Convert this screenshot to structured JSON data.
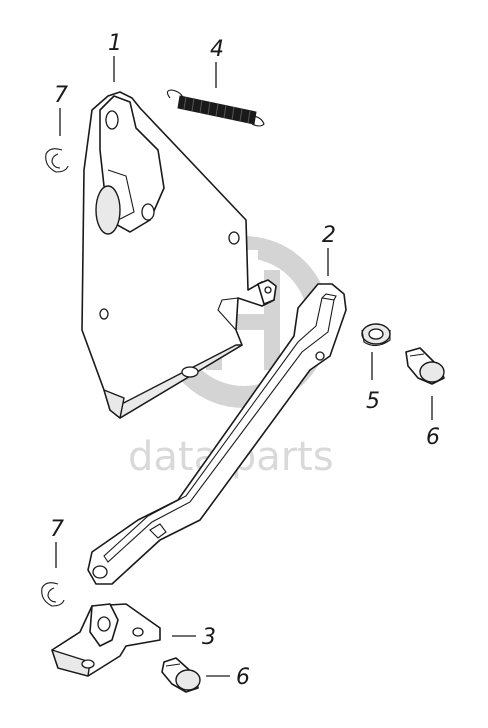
{
  "callouts": {
    "c1": "1",
    "c2": "2",
    "c3": "3",
    "c4": "4",
    "c5": "5",
    "c6a": "6",
    "c6b": "6",
    "c7a": "7",
    "c7b": "7"
  },
  "watermark": {
    "text": "data parts"
  },
  "colors": {
    "line": "#1a1a1a",
    "watermark": "#d4d4d4"
  }
}
